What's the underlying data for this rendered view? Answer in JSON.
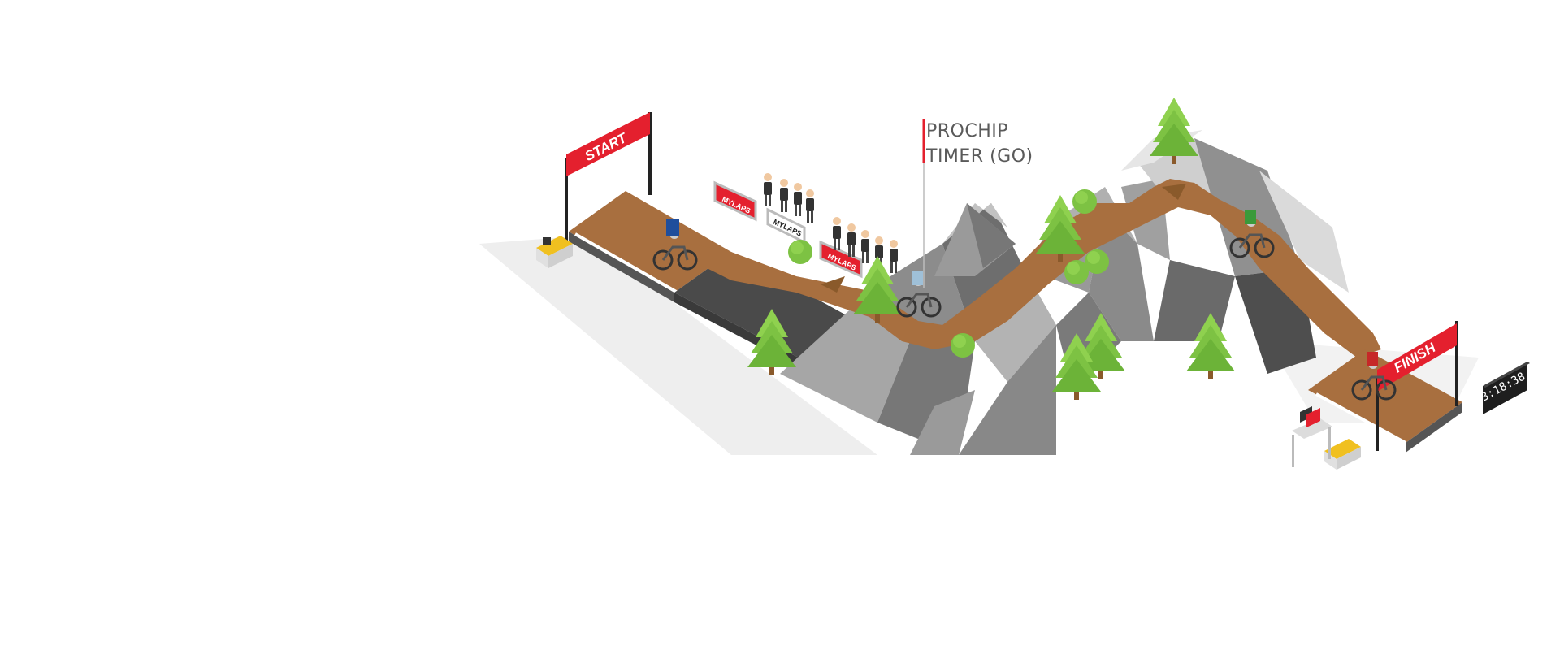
{
  "course": {
    "start_label": "START",
    "finish_label": "FINISH",
    "sponsor_label": "MYLAPS"
  },
  "callout": {
    "line1": "PROCHIP",
    "line2": "TIMER (GO)"
  },
  "scoreboard": {
    "time": "3:18:38"
  },
  "colors": {
    "accent_red": "#e4202e",
    "trail_brown": "#a86f3f",
    "rock_grey": "#8c8c8c",
    "tree_green": "#7dc243",
    "callout_text": "#5a5a5a"
  },
  "icons": [
    "start-gate-icon",
    "finish-gate-icon",
    "timing-decoder-icon",
    "cyclist-icon",
    "tree-icon",
    "spectator-icon",
    "scoreboard-icon",
    "laptop-icon"
  ]
}
